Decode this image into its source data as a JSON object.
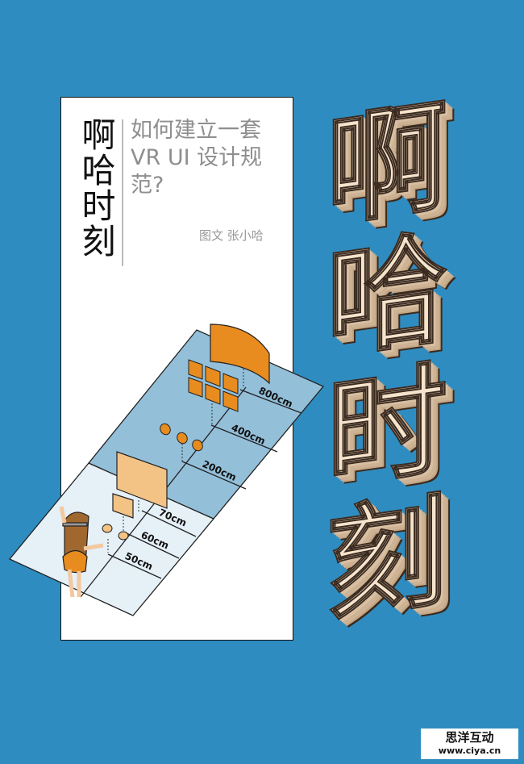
{
  "card": {
    "brand": "啊哈时刻",
    "title": "如何建立一套VR UI 设计规范?",
    "author": "图文 张小哈"
  },
  "diagram": {
    "distances": [
      "800cm",
      "400cm",
      "200cm",
      "70cm",
      "60cm",
      "50cm"
    ]
  },
  "big_title": [
    "啊",
    "哈",
    "时",
    "刻"
  ],
  "watermark": {
    "name": "思洋互动",
    "url": "www.ciya.cn"
  },
  "colors": {
    "background": "#2f8cc0",
    "orange": "#e88c1f",
    "light_orange": "#f2c385",
    "dark_floor": "#93bfd9",
    "light_floor": "#e6f0f7",
    "letter": "#f5e3cc"
  }
}
